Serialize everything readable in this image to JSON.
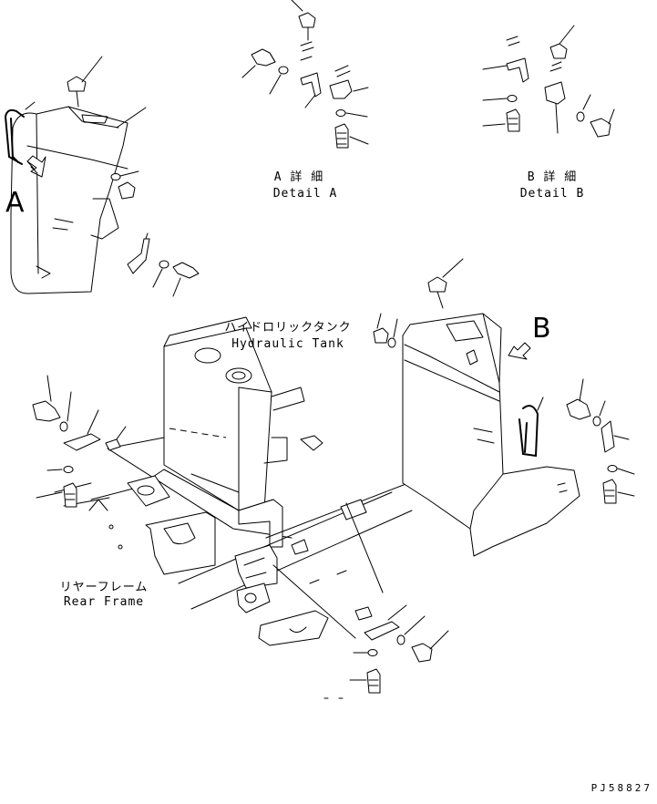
{
  "callouts": {
    "view_a_letter": "A",
    "view_b_letter": "B"
  },
  "detail_a": {
    "jp": "A 詳 細",
    "en": "Detail A"
  },
  "detail_b": {
    "jp": "B 詳 細",
    "en": "Detail B"
  },
  "hydraulic_tank": {
    "jp": "ハイドロリックタンク",
    "en": "Hydraulic Tank"
  },
  "rear_frame": {
    "jp": "リヤーフレーム",
    "en": "Rear Frame"
  },
  "drawing_number": "PJ58827"
}
